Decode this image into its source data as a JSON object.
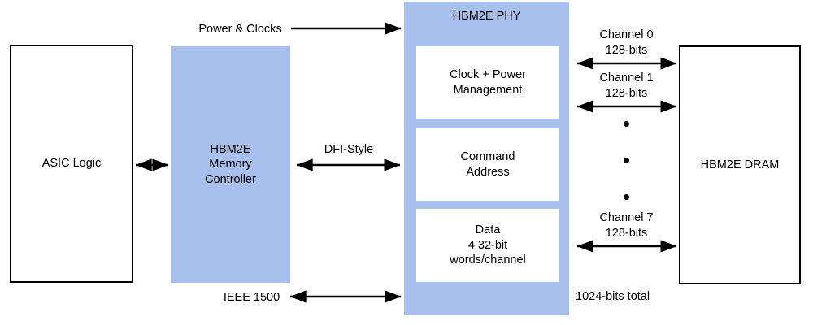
{
  "diagram": {
    "title": "HBM2E PHY / Memory Controller block diagram",
    "colors": {
      "block_fill": "#a8c0ee",
      "outline": "#000000",
      "background": "#ffffff",
      "text": "#000000"
    }
  },
  "blocks": {
    "asic_logic": {
      "label": "ASIC Logic"
    },
    "memory_controller": {
      "label": "HBM2E\nMemory\nController"
    },
    "phy": {
      "title": "HBM2E PHY",
      "subblocks": [
        {
          "label": "Clock + Power\nManagement"
        },
        {
          "label": "Command\nAddress"
        },
        {
          "label": "Data\n4 32-bit\nwords/channel"
        }
      ]
    },
    "dram": {
      "label": "HBM2E DRAM"
    }
  },
  "connections": {
    "power_clocks": {
      "label": "Power & Clocks"
    },
    "dfi_style": {
      "label": "DFI-Style"
    },
    "ieee_1500": {
      "label": "IEEE 1500"
    },
    "asic_to_mc": {
      "label": ""
    }
  },
  "channels": [
    {
      "name": "Channel 0",
      "width": "128-bits"
    },
    {
      "name": "Channel 1",
      "width": "128-bits"
    },
    {
      "name": "Channel 7",
      "width": "128-bits"
    }
  ],
  "totals": {
    "bus_total": "1024-bits total"
  }
}
